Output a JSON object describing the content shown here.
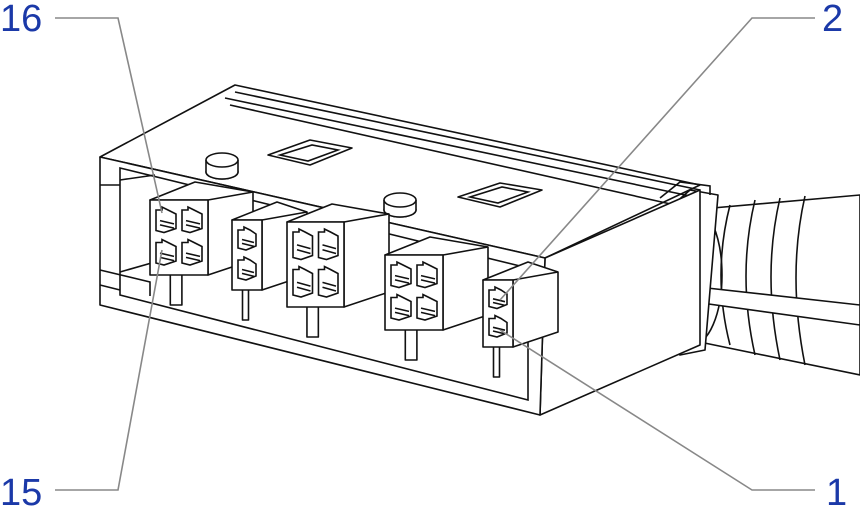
{
  "callouts": {
    "top_left": "16",
    "top_right": "2",
    "bottom_left": "15",
    "bottom_right": "1"
  },
  "colors": {
    "callout": "#1b39a8",
    "leader": "#888888",
    "line": "#111111"
  }
}
